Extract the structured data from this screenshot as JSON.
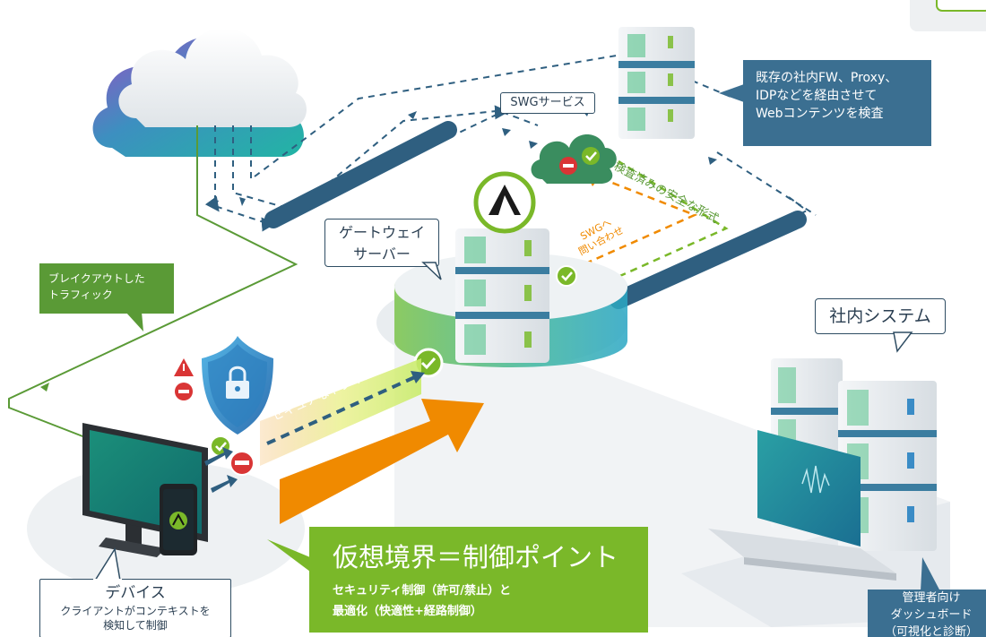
{
  "labels": {
    "swg_service": "SWGサービス",
    "gateway_line1": "ゲートウェイ",
    "gateway_line2": "サーバー",
    "internal_system": "社内システム",
    "existing_note_line1": "既存の社内FW、Proxy、",
    "existing_note_line2": "IDPなどを経由させて",
    "existing_note_line3": "Webコンテンツを検査",
    "breakout_line1": "ブレイクアウトした",
    "breakout_line2": "トラフィック",
    "inspected_safe": "検査済みの安全な形式",
    "swg_query_line1": "SWGへ",
    "swg_query_line2": "問い合わせ",
    "secure_tunnel": "セキュアなトンネル",
    "device_title": "デバイス",
    "device_desc_line1": "クライアントがコンテキストを",
    "device_desc_line2": "検知して制御",
    "virtual_boundary": "仮想境界＝制御ポイント",
    "control_line1": "セキュリティ制御（許可/禁止）と",
    "control_line2": "最適化（快適性+経路制御）",
    "dashboard_line1": "管理者向け",
    "dashboard_line2": "ダッシュボード",
    "dashboard_line3": "（可視化と診断）"
  },
  "colors": {
    "dark_blue": "#2f5f80",
    "callout_blue": "#3b6f91",
    "green": "#5a9a36",
    "lime": "#7ab829",
    "orange": "#f08a00",
    "teal": "#19a89b",
    "red": "#d93535"
  }
}
